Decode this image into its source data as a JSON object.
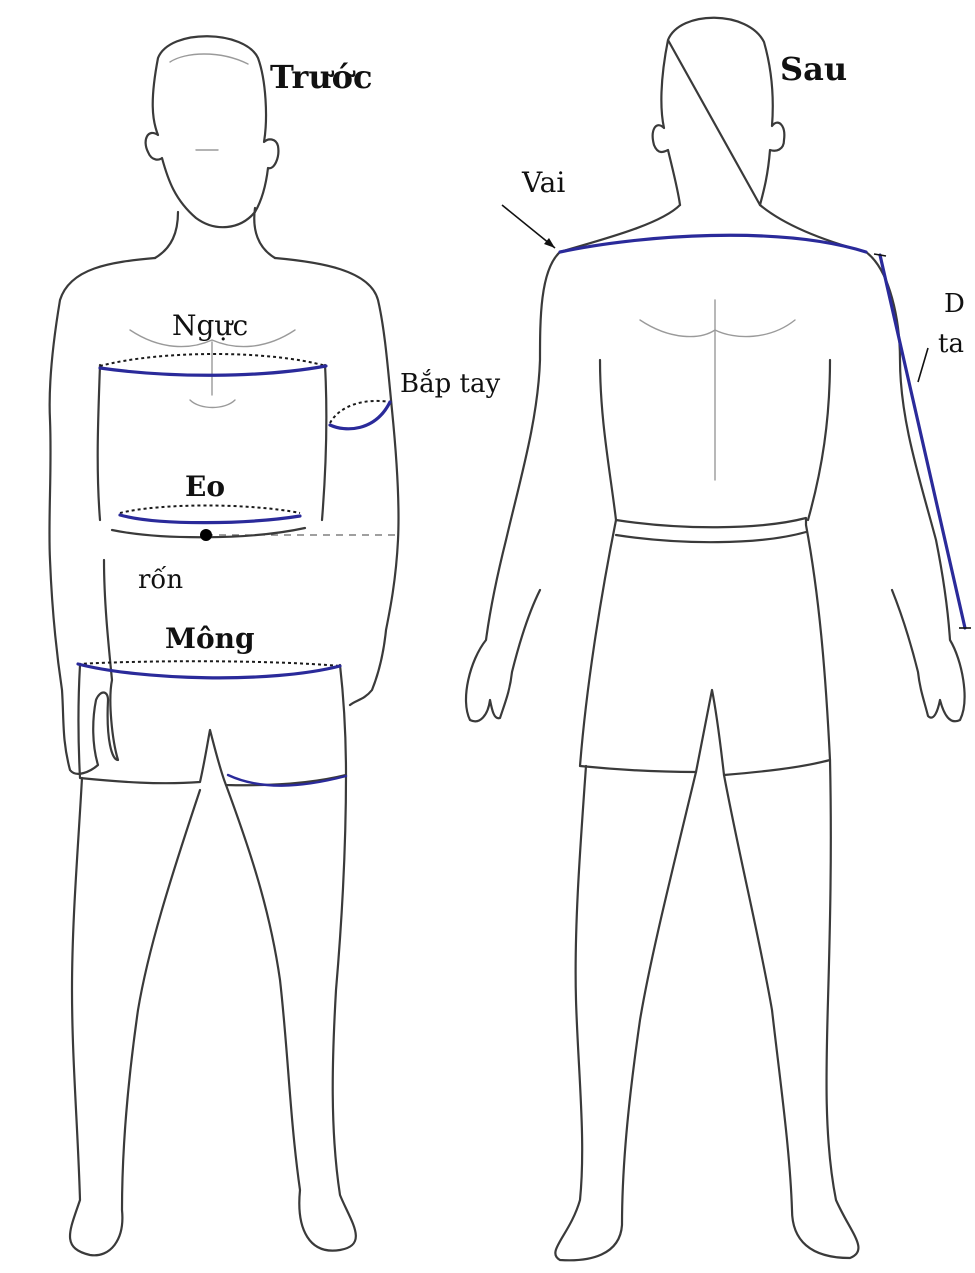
{
  "views": {
    "front": {
      "title": "Trước"
    },
    "back": {
      "title": "Sau"
    }
  },
  "labels": {
    "chest": "Ngực",
    "bicep": "Bắp tay",
    "waist": "Eo",
    "navel": "rốn",
    "hip": "Mông",
    "shoulder": "Vai",
    "arm_length_line1": "D",
    "arm_length_line2": "ta"
  },
  "colors": {
    "measurement_line": "#2a2a9a",
    "body_outline": "#3a3a3a",
    "background": "#ffffff"
  }
}
